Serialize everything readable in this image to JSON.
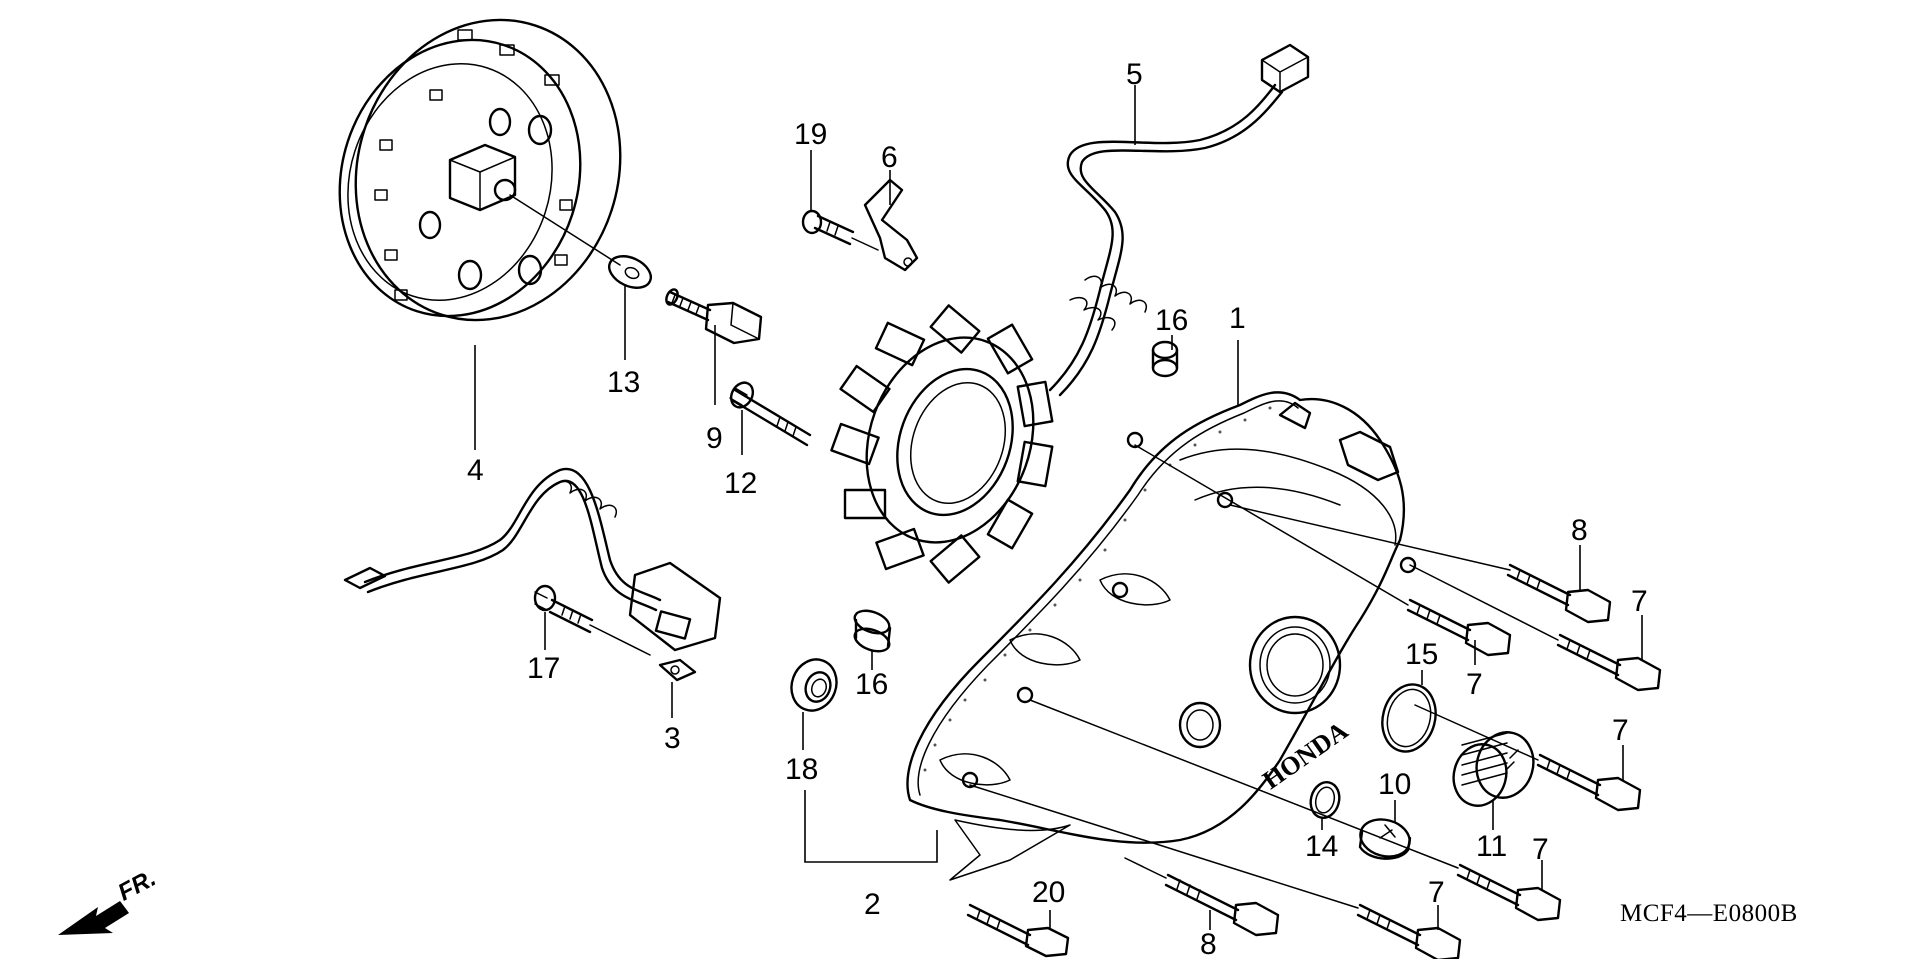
{
  "diagram": {
    "code": "MCF4—E0800B",
    "direction_label": "FR.",
    "brand_mark": "HONDA",
    "callouts": [
      {
        "id": "c1",
        "text": "1"
      },
      {
        "id": "c2",
        "text": "2"
      },
      {
        "id": "c3",
        "text": "3"
      },
      {
        "id": "c4",
        "text": "4"
      },
      {
        "id": "c5",
        "text": "5"
      },
      {
        "id": "c6",
        "text": "6"
      },
      {
        "id": "c7a",
        "text": "7"
      },
      {
        "id": "c7b",
        "text": "7"
      },
      {
        "id": "c7c",
        "text": "7"
      },
      {
        "id": "c7d",
        "text": "7"
      },
      {
        "id": "c7e",
        "text": "7"
      },
      {
        "id": "c8a",
        "text": "8"
      },
      {
        "id": "c8b",
        "text": "8"
      },
      {
        "id": "c9",
        "text": "9"
      },
      {
        "id": "c10",
        "text": "10"
      },
      {
        "id": "c11",
        "text": "11"
      },
      {
        "id": "c12",
        "text": "12"
      },
      {
        "id": "c13",
        "text": "13"
      },
      {
        "id": "c14",
        "text": "14"
      },
      {
        "id": "c15",
        "text": "15"
      },
      {
        "id": "c16a",
        "text": "16"
      },
      {
        "id": "c16b",
        "text": "16"
      },
      {
        "id": "c17",
        "text": "17"
      },
      {
        "id": "c18",
        "text": "18"
      },
      {
        "id": "c19",
        "text": "19"
      },
      {
        "id": "c20",
        "text": "20"
      }
    ]
  }
}
